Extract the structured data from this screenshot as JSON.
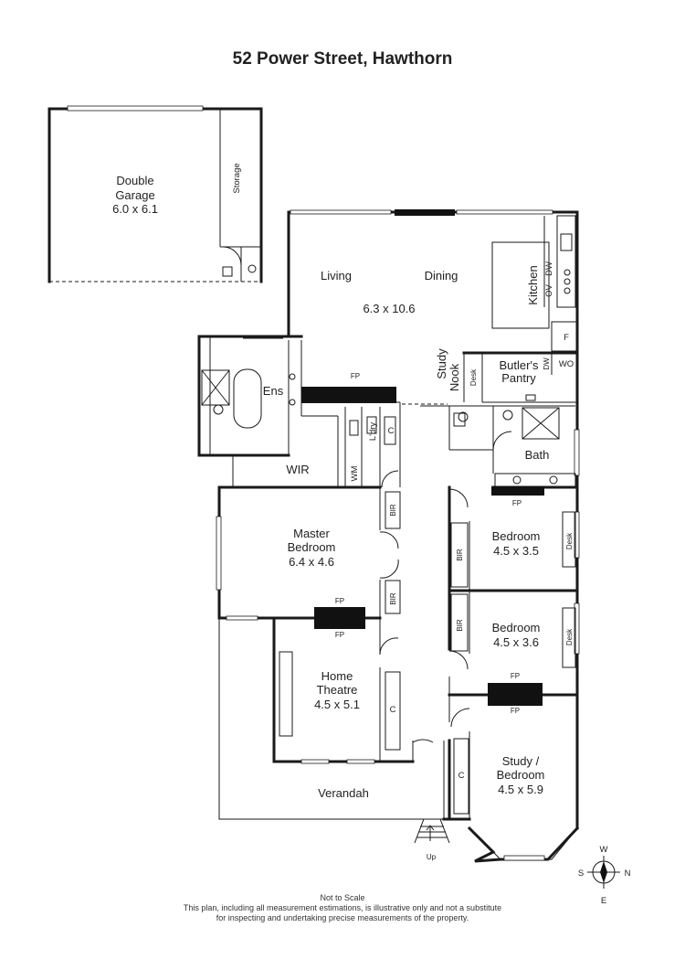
{
  "title": "52 Power Street, Hawthorn",
  "rooms": {
    "garage_name_1": "Double",
    "garage_name_2": "Garage",
    "garage_dim": "6.0 x 6.1",
    "storage": "Storage",
    "living": "Living",
    "dining": "Dining",
    "living_dim": "6.3 x 10.6",
    "kitchen": "Kitchen",
    "ov": "OV",
    "dw": "DW",
    "f": "F",
    "butlers_1": "Butler's",
    "butlers_2": "Pantry",
    "wo": "WO",
    "dw_small": "DW",
    "desk": "Desk",
    "study_nook_1": "Study",
    "study_nook_2": "Nook",
    "ens": "Ens",
    "laundry": "L'dry",
    "wm": "WM",
    "c": "C",
    "wir": "WIR",
    "bath": "Bath",
    "bir": "BIR",
    "master_1": "Master",
    "master_2": "Bedroom",
    "master_dim": "6.4 x 4.6",
    "bedroom": "Bedroom",
    "bedroom1_dim": "4.5 x 3.5",
    "bedroom2_dim": "4.5 x 3.6",
    "home_1": "Home",
    "home_2": "Theatre",
    "home_dim": "4.5 x 5.1",
    "study_1": "Study /",
    "study_2": "Bedroom",
    "study_dim": "4.5 x 5.9",
    "verandah": "Verandah",
    "fp": "FP",
    "up": "Up"
  },
  "compass": {
    "n": "N",
    "s": "S",
    "e": "E",
    "w": "W"
  },
  "footer": {
    "line1": "Not to Scale",
    "line2": "This plan, including all measurement estimations, is illustrative only and not a substitute",
    "line3": "for inspecting and undertaking precise measurements of the property."
  }
}
